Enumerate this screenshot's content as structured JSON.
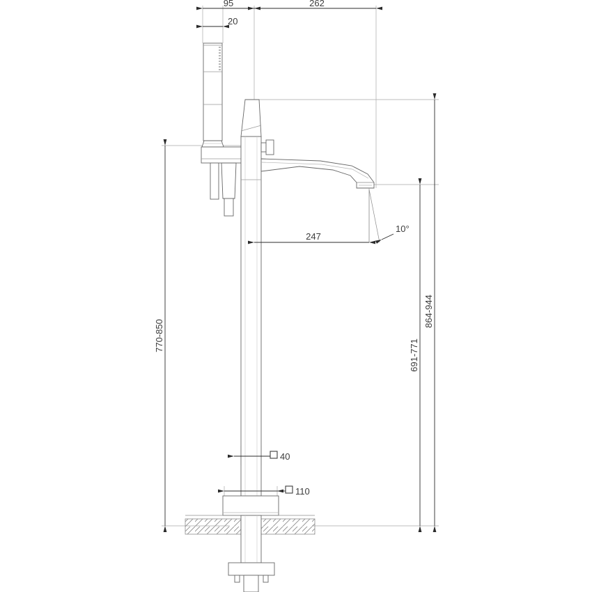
{
  "drawing": {
    "title": "Floor standing bath shower mixer tap - technical dimension drawing",
    "units": "mm",
    "line_color": "#555555",
    "thin_line_color": "#8d8d8d",
    "dim_line_color": "#2b2b2b",
    "hatch_color": "#8d8d8d",
    "text_color": "#3c3c3c",
    "background": "#ffffff"
  },
  "dimensions": {
    "top": [
      {
        "name": "handset-to-column",
        "label": "95",
        "orientation": "horizontal"
      },
      {
        "name": "handset-width",
        "label": "20",
        "orientation": "horizontal"
      },
      {
        "name": "column-to-spout-tip",
        "label": "262",
        "orientation": "horizontal"
      }
    ],
    "middle": [
      {
        "name": "spout-projection",
        "label": "247",
        "orientation": "horizontal"
      },
      {
        "name": "spout-outlet-angle",
        "label": "10°",
        "orientation": "angle"
      }
    ],
    "vertical": [
      {
        "name": "column-height-range",
        "label": "770-850",
        "orientation": "vertical"
      },
      {
        "name": "spout-outlet-height-range",
        "label": "691-771",
        "orientation": "vertical"
      },
      {
        "name": "overall-height-range",
        "label": "864-944",
        "orientation": "vertical"
      }
    ],
    "squares": [
      {
        "name": "column-section",
        "symbol": "□",
        "label": "40"
      },
      {
        "name": "base-plate-section",
        "symbol": "□",
        "label": "110"
      }
    ]
  }
}
